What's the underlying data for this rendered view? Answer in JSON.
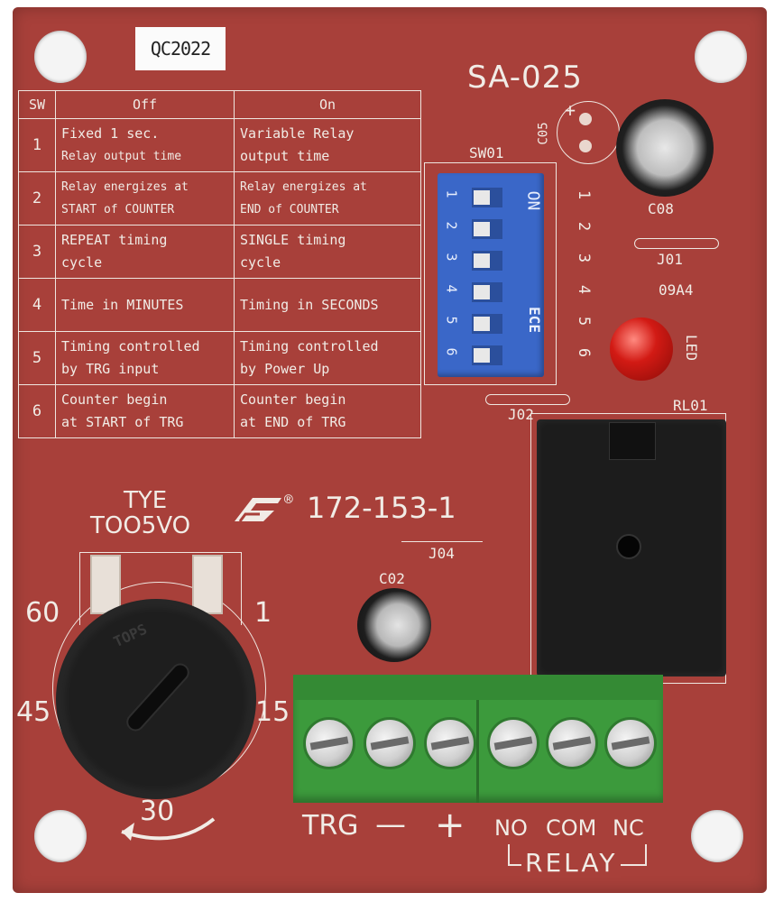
{
  "board": {
    "qc_sticker": "QC2022",
    "model": "SA-025",
    "part_number": "172-153-1",
    "registered_mark": "®",
    "timer_brand": "TYE",
    "timer_model": "TOO5VO"
  },
  "table": {
    "headers": [
      "SW",
      "Off",
      "On"
    ],
    "rows": [
      {
        "n": "1",
        "off_1": "Fixed 1 sec.",
        "off_2": "Relay output time",
        "on_1": "Variable Relay",
        "on_2": "output time"
      },
      {
        "n": "2",
        "off_1": "Relay energizes at",
        "off_2": "START of COUNTER",
        "on_1": "Relay energizes at",
        "on_2": "END of COUNTER"
      },
      {
        "n": "3",
        "off_1": "REPEAT timing",
        "off_2": "cycle",
        "on_1": "SINGLE timing",
        "on_2": "cycle"
      },
      {
        "n": "4",
        "off_1": "Time in MINUTES",
        "off_2": "",
        "on_1": "Timing in SECONDS",
        "on_2": ""
      },
      {
        "n": "5",
        "off_1": "Timing controlled",
        "off_2": "by TRG input",
        "on_1": "Timing controlled",
        "on_2": "by Power Up"
      },
      {
        "n": "6",
        "off_1": "Counter begin",
        "off_2": "at START of TRG",
        "on_1": "Counter begin",
        "on_2": "at END of TRG"
      }
    ]
  },
  "components": {
    "sw01": "SW01",
    "c05": "C05",
    "c08": "C08",
    "j01": "J01",
    "j02": "J02",
    "j04": "J04",
    "code": "09A4",
    "led": "LED",
    "rl01": "RL01",
    "c02": "C02",
    "dip_on": "ON",
    "dip_brand": "ECE",
    "dip_numbers": [
      "1",
      "2",
      "3",
      "4",
      "5",
      "6"
    ],
    "plus": "+"
  },
  "dial": {
    "marks": [
      "60",
      "1",
      "45",
      "15",
      "30"
    ],
    "knob_text": "TOPS"
  },
  "terminals": {
    "labels": [
      "TRG",
      "—",
      "+",
      "NO",
      "COM",
      "NC"
    ],
    "relay_bracket": "RELAY"
  },
  "colors": {
    "pcb": "#a8403a",
    "silkscreen": "#f1ece6",
    "terminal_green": "#3c9a3c",
    "dip_blue": "#3a67c8",
    "relay_black": "#1c1c1c",
    "led_red": "#d21a14"
  }
}
